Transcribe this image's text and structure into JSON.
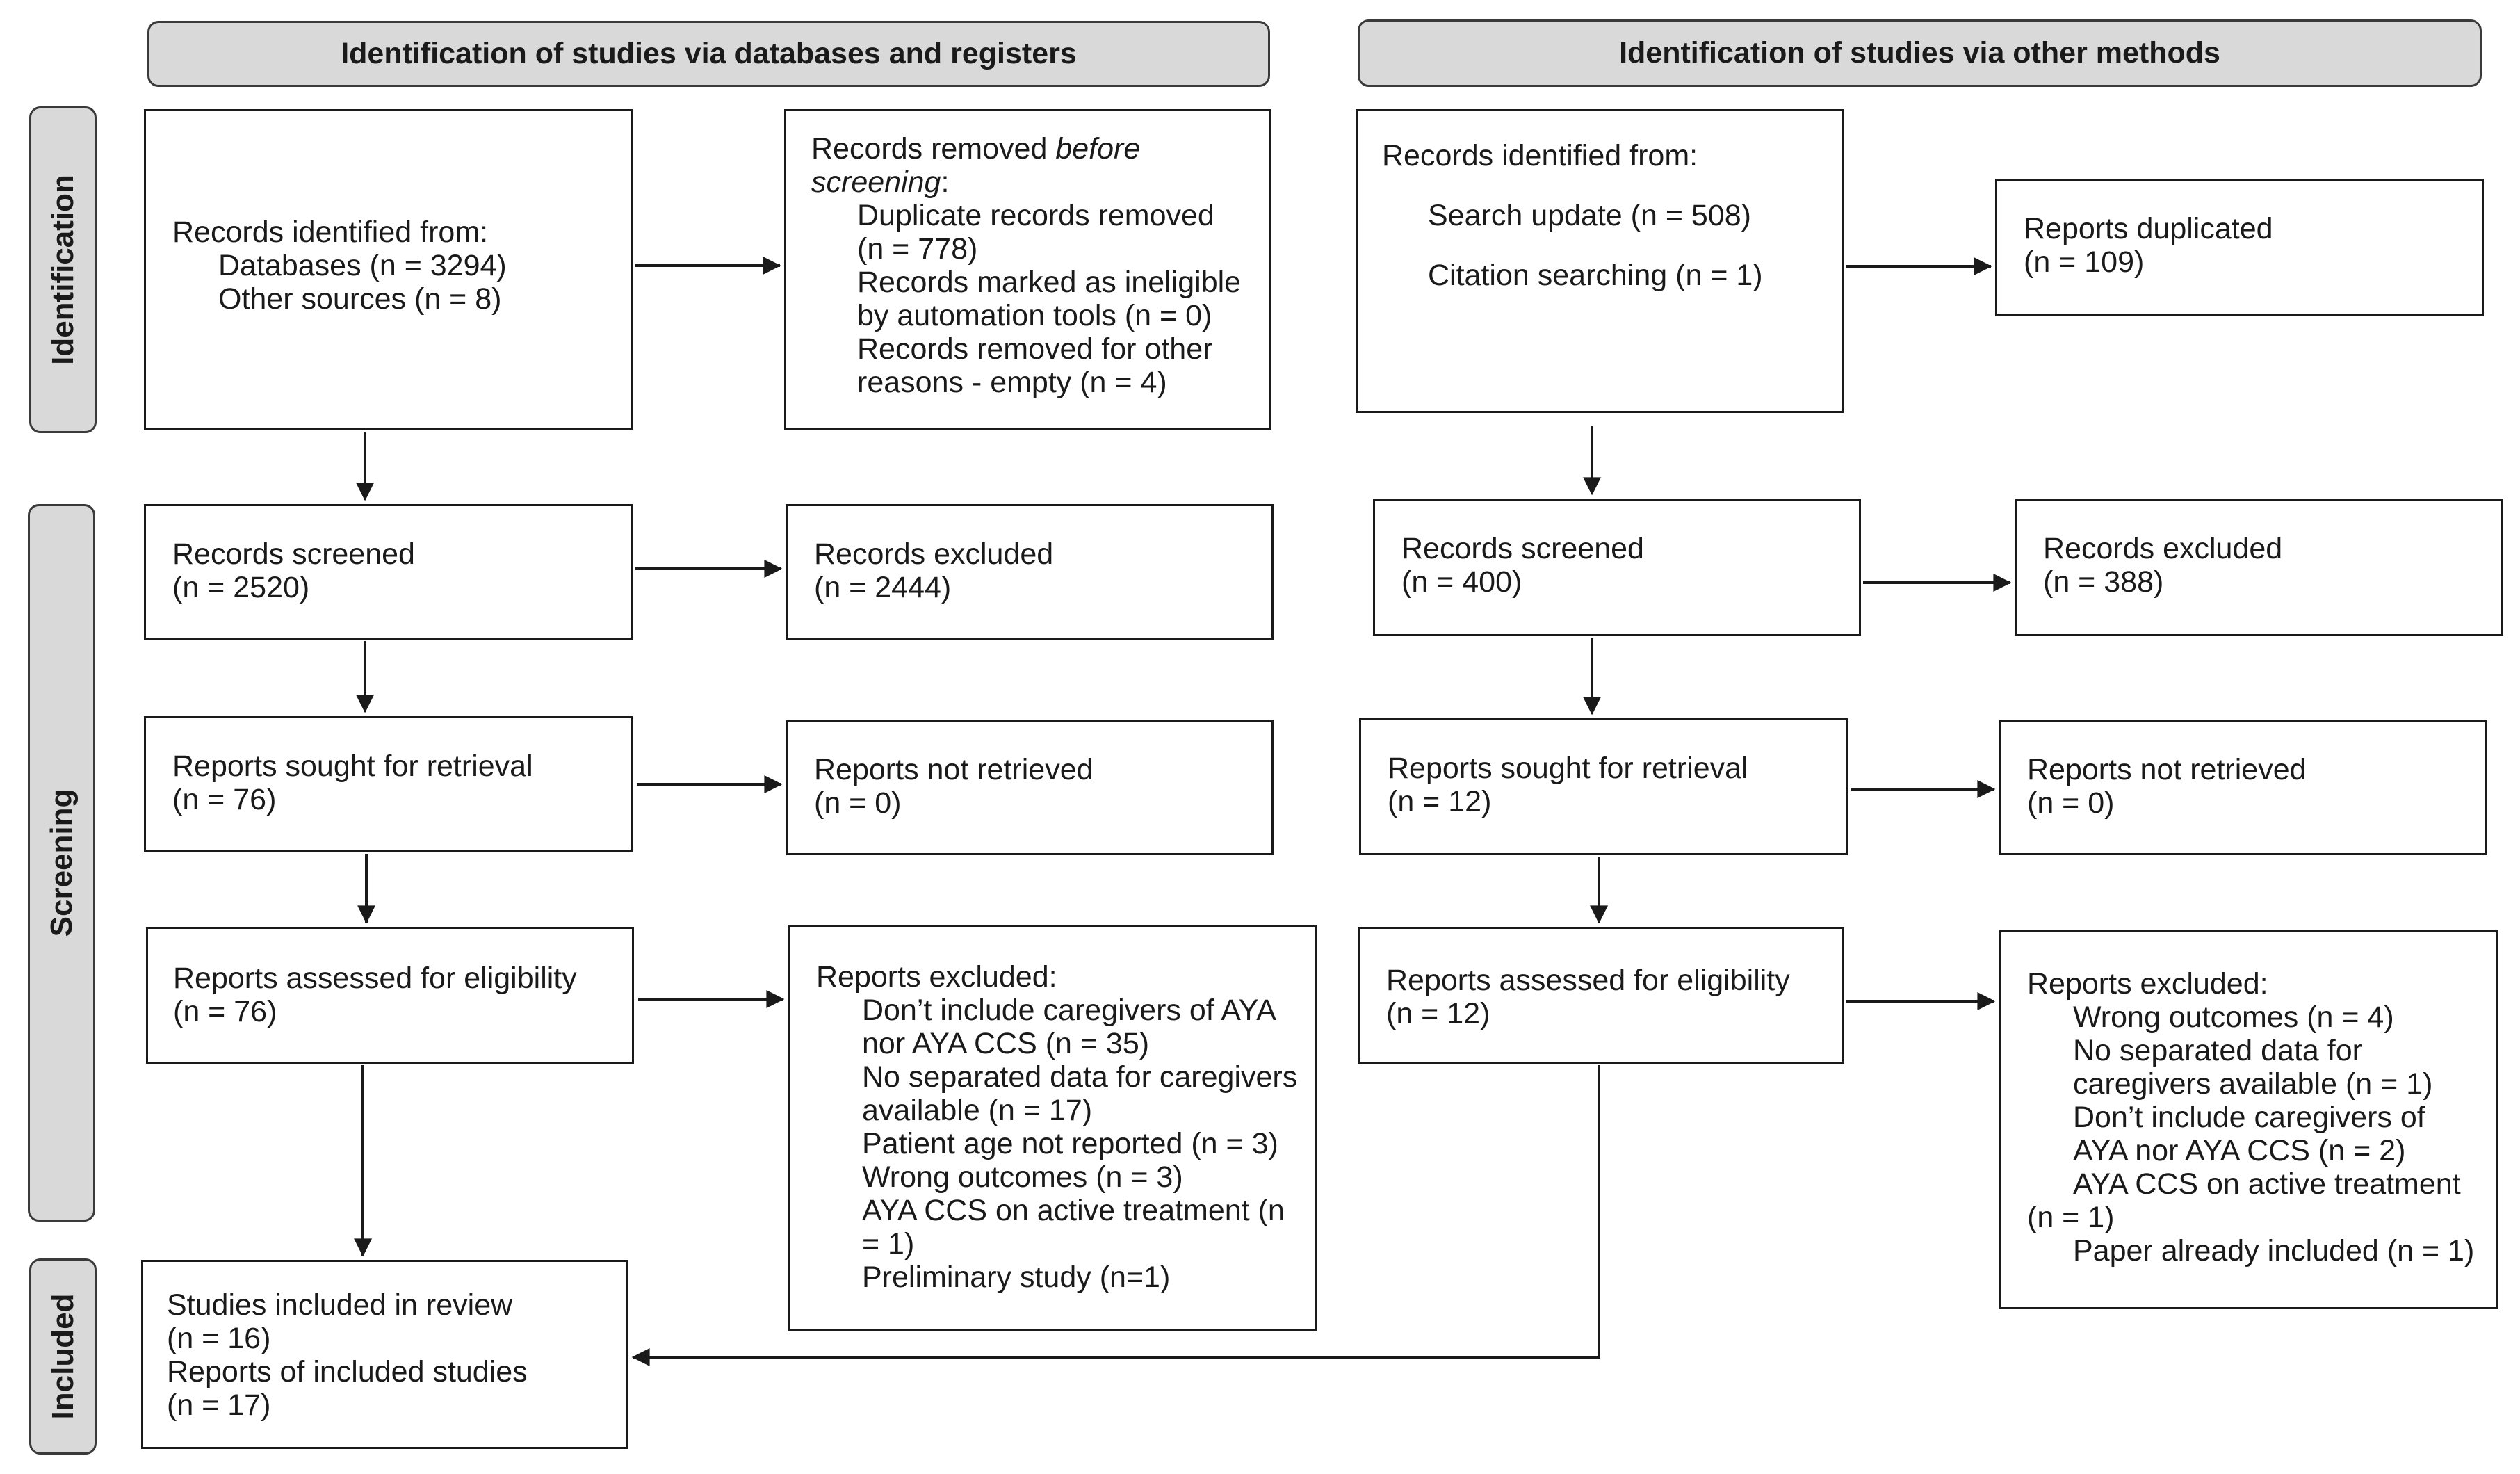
{
  "headers": {
    "databases": "Identification of studies via databases and registers",
    "other": "Identification of studies via other methods"
  },
  "phases": {
    "identification": "Identification",
    "screening": "Screening",
    "included": "Included"
  },
  "left": {
    "identified": {
      "title": "Records identified from:",
      "databases": "Databases (n = 3294)",
      "other_sources": "Other sources (n = 8)"
    },
    "removed": {
      "prefix": "Records removed ",
      "italic1": "before",
      "italic2": "screening",
      "suffix": ":",
      "dup_1": "Duplicate records removed",
      "dup_2": "(n = 778)",
      "auto_1": "Records marked as ineligible",
      "auto_2": "by automation tools (n = 0)",
      "other_1": "Records removed for other",
      "other_2": "reasons - empty (n = 4)"
    },
    "screened": {
      "title": "Records screened",
      "n": "(n = 2520)"
    },
    "excluded": {
      "title": "Records excluded",
      "n": "(n = 2444)"
    },
    "sought": {
      "title": "Reports sought for retrieval",
      "n": "(n = 76)"
    },
    "not_retrieved": {
      "title": "Reports not retrieved",
      "n": "(n = 0)"
    },
    "assessed": {
      "title": "Reports assessed for eligibility",
      "n": "(n = 76)"
    },
    "reports_excluded": {
      "title": "Reports excluded:",
      "r1a": "Don’t include caregivers of AYA",
      "r1b": "nor AYA CCS (n = 35)",
      "r2a": "No separated data for caregivers",
      "r2b": "available (n = 17)",
      "r3": "Patient age not reported (n = 3)",
      "r4": "Wrong outcomes (n = 3)",
      "r5a": "AYA CCS on active treatment (n",
      "r5b": "= 1)",
      "r6": "Preliminary study (n=1)"
    }
  },
  "right": {
    "identified": {
      "title": "Records identified from:",
      "search_update": "Search update (n = 508)",
      "citation": "Citation searching (n = 1)"
    },
    "duplicated": {
      "title": "Reports duplicated",
      "n": "(n = 109)"
    },
    "screened": {
      "title": "Records screened",
      "n": "(n = 400)"
    },
    "excluded": {
      "title": "Records excluded",
      "n": "(n = 388)"
    },
    "sought": {
      "title": "Reports sought for retrieval",
      "n": "(n = 12)"
    },
    "not_retrieved": {
      "title": "Reports not retrieved",
      "n": "(n = 0)"
    },
    "assessed": {
      "title": "Reports assessed for eligibility",
      "n": "(n = 12)"
    },
    "reports_excluded": {
      "title": "Reports excluded:",
      "r1": "Wrong outcomes (n = 4)",
      "r2a": "No separated data for",
      "r2b": "caregivers available (n = 1)",
      "r3a": "Don’t include caregivers of",
      "r3b": "AYA nor AYA CCS (n = 2)",
      "r4a": "AYA CCS on active treatment",
      "r4b": "(n = 1)",
      "r5": "Paper already included (n = 1)"
    }
  },
  "included": {
    "studies": "Studies included in review",
    "studies_n": "(n = 16)",
    "reports": "Reports of included studies",
    "reports_n": "(n = 17)"
  }
}
